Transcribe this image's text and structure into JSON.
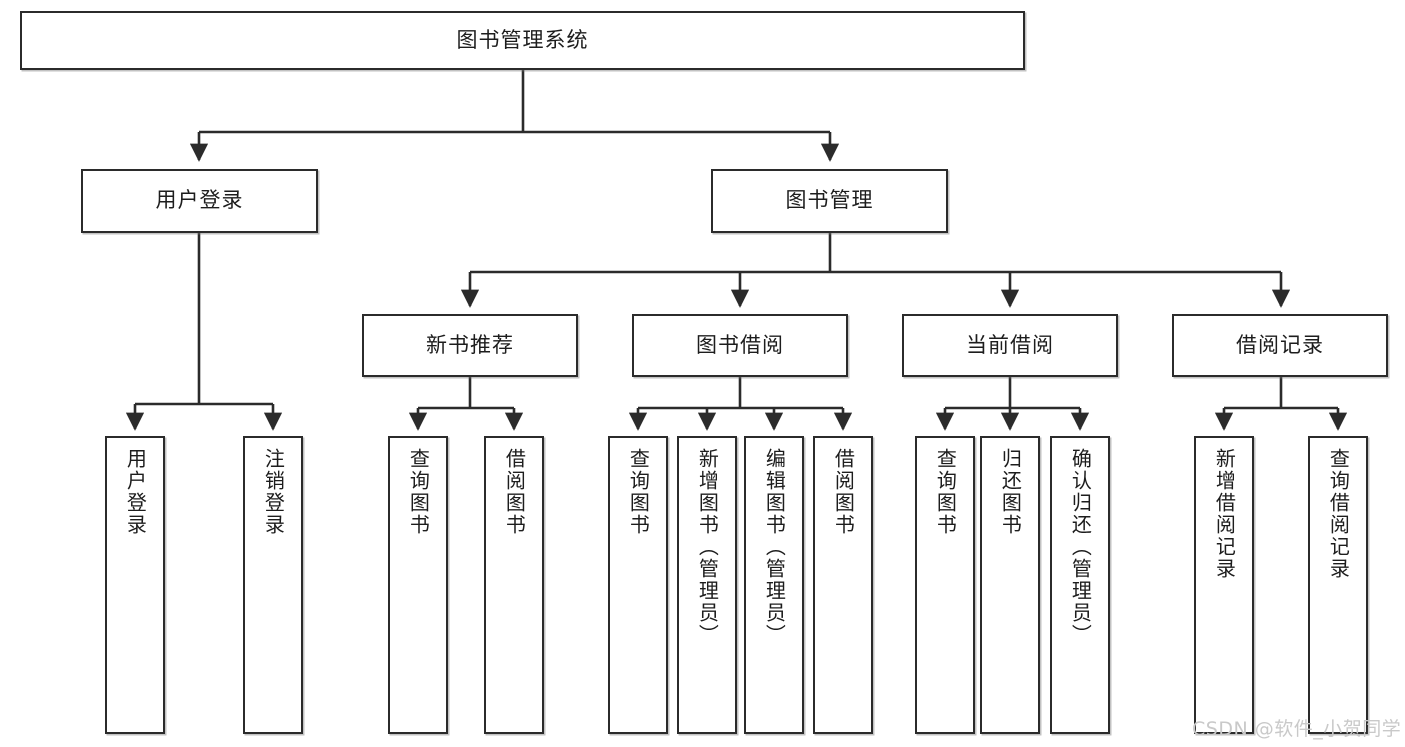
{
  "diagram": {
    "title": "图书管理系统",
    "type": "tree-hierarchy-diagram",
    "root": {
      "id": "root",
      "label": "图书管理系统"
    },
    "level2": [
      {
        "id": "user-login",
        "label": "用户登录"
      },
      {
        "id": "book-manage",
        "label": "图书管理"
      }
    ],
    "level3": [
      {
        "id": "new-book-recommend",
        "label": "新书推荐"
      },
      {
        "id": "book-borrow",
        "label": "图书借阅"
      },
      {
        "id": "current-borrow",
        "label": "当前借阅"
      },
      {
        "id": "borrow-record",
        "label": "借阅记录"
      }
    ],
    "leaves": {
      "user_login": [
        {
          "id": "leaf-user-login",
          "label": "用户登录"
        },
        {
          "id": "leaf-user-logout",
          "label": "注销登录"
        }
      ],
      "new_book_recommend": [
        {
          "id": "leaf-query-book-1",
          "label": "查询图书"
        },
        {
          "id": "leaf-borrow-book-1",
          "label": "借阅图书"
        }
      ],
      "book_borrow": [
        {
          "id": "leaf-query-book-2",
          "label": "查询图书"
        },
        {
          "id": "leaf-add-book",
          "label": "新增图书（管理员）"
        },
        {
          "id": "leaf-edit-book",
          "label": "编辑图书（管理员）"
        },
        {
          "id": "leaf-borrow-book-2",
          "label": "借阅图书"
        }
      ],
      "current_borrow": [
        {
          "id": "leaf-query-book-3",
          "label": "查询图书"
        },
        {
          "id": "leaf-return-book",
          "label": "归还图书"
        },
        {
          "id": "leaf-confirm-return",
          "label": "确认归还（管理员）"
        }
      ],
      "borrow_record": [
        {
          "id": "leaf-add-record",
          "label": "新增借阅记录"
        },
        {
          "id": "leaf-query-record",
          "label": "查询借阅记录"
        }
      ]
    },
    "colors": {
      "stroke": "#2b2b2b",
      "fill": "#ffffff",
      "text": "#1d1d1d",
      "watermark": "#c9c9c9"
    }
  },
  "watermark": {
    "text": "CSDN @软件_小贺同学"
  }
}
